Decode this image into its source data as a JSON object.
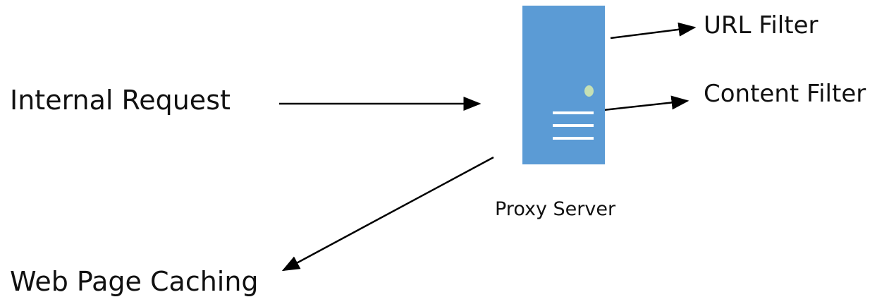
{
  "diagram": {
    "server": {
      "label": "Proxy Server",
      "body_color": "#5b9bd5",
      "led_color": "#c5e0b4",
      "vent_color": "#ffffff"
    },
    "nodes": {
      "internal_request": "Internal Request",
      "url_filter": "URL Filter",
      "content_filter": "Content Filter",
      "web_page_caching": "Web Page Caching"
    },
    "edges": [
      {
        "from": "Internal Request",
        "to": "Proxy Server"
      },
      {
        "from": "Proxy Server",
        "to": "URL Filter"
      },
      {
        "from": "Proxy Server",
        "to": "Content Filter"
      },
      {
        "from": "Proxy Server",
        "to": "Web Page Caching"
      }
    ],
    "arrow_color": "#000000"
  }
}
